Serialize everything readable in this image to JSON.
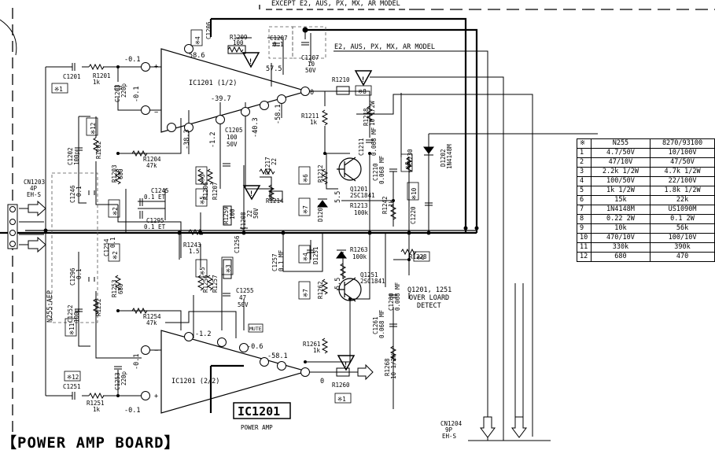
{
  "header": {
    "except_note": "EXCEPT E2, AUS, PX, MX, AR MODEL",
    "model_note": "E2, AUS, PX, MX, AR MODEL"
  },
  "ic": {
    "upper": "IC1201 (1/2)",
    "lower": "IC1201 (2/2)",
    "box_label": "IC1201",
    "box_sub": "POWER AMP"
  },
  "board_title": "【POWER AMP BOARD】",
  "connectors": {
    "cn1203": [
      "CN1203",
      "4P",
      "EH-S"
    ],
    "cn1204": [
      "CN1204",
      "9P",
      "EH-S"
    ],
    "n255_aep": "N255:AEP"
  },
  "note_q1201": [
    "Q1201, 1251",
    "OVER LOARD",
    "DETECT"
  ],
  "voltages": [
    "-0.1",
    "-0.1",
    "-0.1",
    "-0.1",
    "58.6",
    "57.5",
    "0",
    "-39.7",
    "-1.2",
    "-40.3",
    "-58.1",
    "-38.3",
    "-1.2",
    "-0.6",
    "-58.1",
    "0",
    "5.5",
    "5.5"
  ],
  "components": {
    "c1201": [
      "C1201",
      ""
    ],
    "r1201": [
      "R1201",
      "1k"
    ],
    "c1203": [
      "C1203",
      "220p"
    ],
    "c1206": [
      "C1206",
      ""
    ],
    "r1209": [
      "R1209",
      "100"
    ],
    "c1207a": [
      "C1207",
      "0.1"
    ],
    "c1207b": [
      "C1207",
      "10",
      "50V"
    ],
    "r1210": "R1210",
    "r1218": [
      "R1218",
      "10 1/2W"
    ],
    "r1211": [
      "R1211",
      "1k"
    ],
    "c1205": [
      "C1205",
      "100",
      "50V"
    ],
    "c1202": [
      "C1202",
      "100p"
    ],
    "r1202": "R1202",
    "r1204": [
      "R1204",
      "47k"
    ],
    "r1203": [
      "R1203",
      "680"
    ],
    "c1246": [
      "C1246",
      "0.1"
    ],
    "c1245": [
      "C1245",
      "0.1 ET"
    ],
    "c1295": [
      "C1295",
      "0.1 ET"
    ],
    "r1206": "R1206",
    "r1207": "R1207",
    "r1217": [
      "R1217",
      "22"
    ],
    "r1214": "R1214",
    "c1208": [
      "C1208",
      "22",
      "50V"
    ],
    "r1259": [
      "R1259",
      "100"
    ],
    "c1211": [
      "C1211",
      "0.068 MF"
    ],
    "c1210": [
      "C1210",
      "0.068 MF"
    ],
    "q1201": [
      "Q1201",
      "2SC1841"
    ],
    "r1212": "R1212",
    "r1213": [
      "R1213",
      "100k"
    ],
    "d1201": "D1201",
    "r1230": "R1230",
    "d1202": [
      "D1202",
      "1N4148M"
    ],
    "r1242": [
      "R1242",
      "1k"
    ],
    "c1220": "C1220",
    "r1243": [
      "R1243",
      "1.5"
    ],
    "c1256": "C1256",
    "c1254": [
      "C1254",
      "0.1"
    ],
    "c1296": [
      "C1296",
      "0.1"
    ],
    "r1253": [
      "R1253",
      "680"
    ],
    "c1252": [
      "C1252",
      "100p"
    ],
    "r1252": "R1252",
    "r1254": [
      "R1254",
      "47k"
    ],
    "r1256": "R1256",
    "r1257": "R1257",
    "c1255": [
      "C1255",
      "47",
      "50V"
    ],
    "c1257": [
      "C1257",
      "0.1 MF"
    ],
    "d1251": "D1251",
    "r1263": [
      "R1263",
      "100k"
    ],
    "r1262": "R1262",
    "q1251": [
      "Q1251",
      "2SC1841"
    ],
    "r1228": "R1228",
    "c1260": [
      "C1260",
      "0.068 MF"
    ],
    "c1261": [
      "C1261",
      "0.068 MF"
    ],
    "r1261": [
      "R1261",
      "1k"
    ],
    "r1268": [
      "R1268",
      "10 1/2W"
    ],
    "r1260": "R1260",
    "c1253": [
      "C1253",
      "220p"
    ],
    "c1251": "C1251",
    "r1251": [
      "R1251",
      "1k"
    ],
    "mute": "MUTE"
  },
  "marks": [
    "※4",
    "※8",
    "※1",
    "※12",
    "※2",
    "※3",
    "※5",
    "※6",
    "※7",
    "※9",
    "※10",
    "※2",
    "※5",
    "※3",
    "※4",
    "※7",
    "※6",
    "※11",
    "※12",
    "※1",
    "※8"
  ],
  "parts_table": {
    "header": [
      "※",
      "N255",
      "8270/93100"
    ],
    "rows": [
      [
        "1",
        "4.7/50V",
        "10/100V"
      ],
      [
        "2",
        "47/10V",
        "47/50V"
      ],
      [
        "3",
        "2.2k 1/2W",
        "4.7k 1/2W"
      ],
      [
        "4",
        "100/50V",
        "22/100V"
      ],
      [
        "5",
        "1k 1/2W",
        "1.8k 1/2W"
      ],
      [
        "6",
        "15k",
        "22k"
      ],
      [
        "7",
        "1N4148M",
        "US1090M"
      ],
      [
        "8",
        "0.22 2W",
        "0.1 2W"
      ],
      [
        "9",
        "10k",
        "56k"
      ],
      [
        "10",
        "470/10V",
        "100/10V"
      ],
      [
        "11",
        "330k",
        "390k"
      ],
      [
        "12",
        "680",
        "470"
      ]
    ]
  }
}
